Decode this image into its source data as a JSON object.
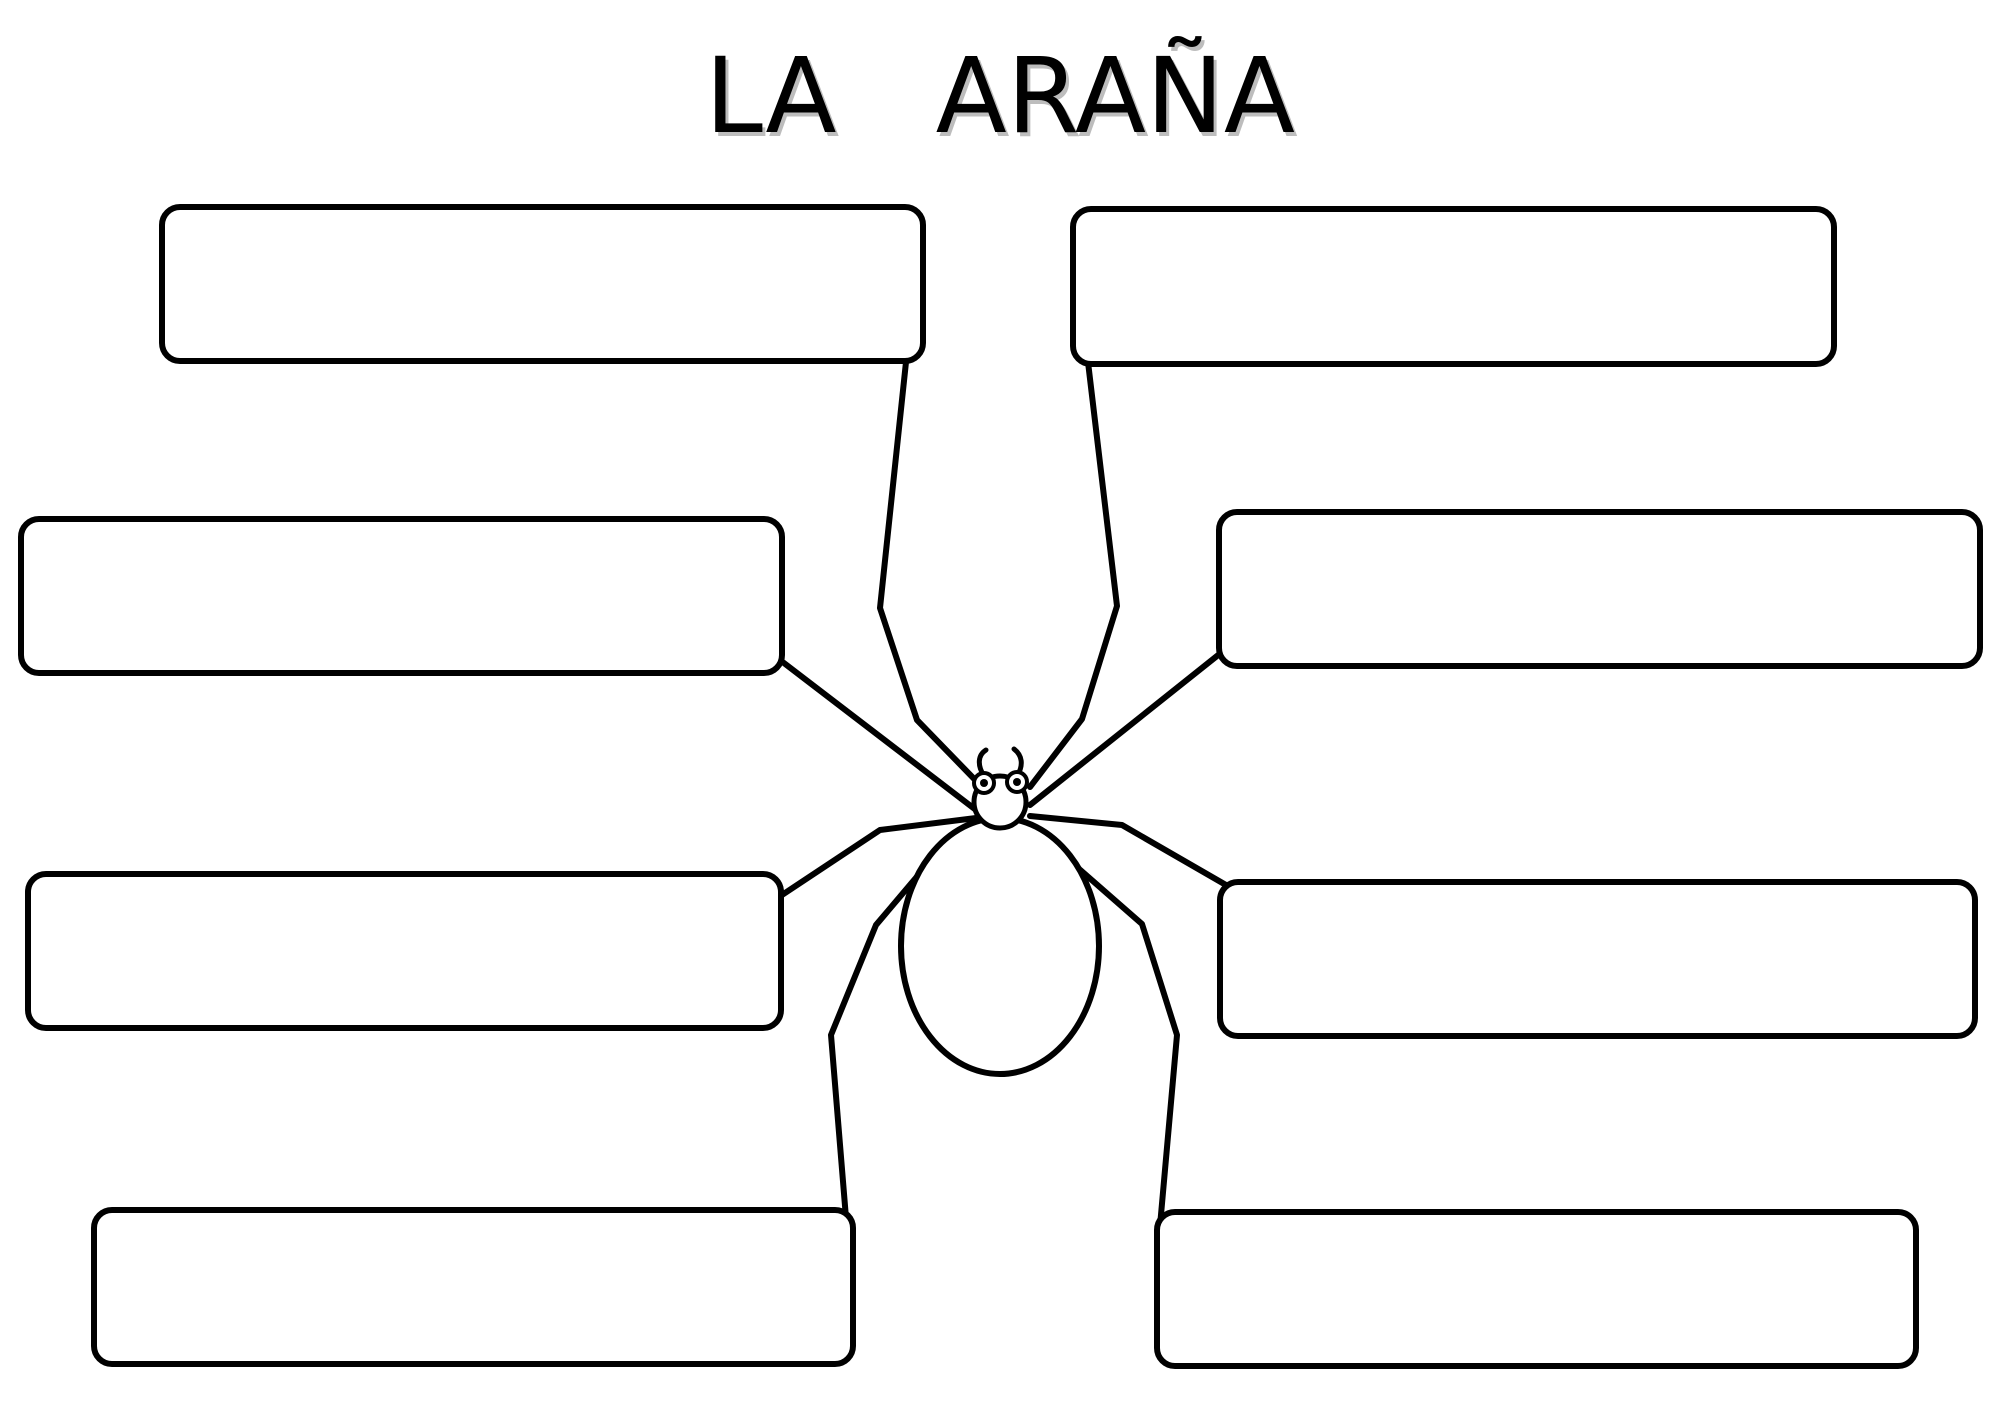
{
  "title": "LA   ARAÑA",
  "label_boxes": [
    {
      "position": "top-left",
      "text": ""
    },
    {
      "position": "top-right",
      "text": ""
    },
    {
      "position": "upper-left",
      "text": ""
    },
    {
      "position": "upper-right",
      "text": ""
    },
    {
      "position": "lower-left",
      "text": ""
    },
    {
      "position": "lower-right",
      "text": ""
    },
    {
      "position": "bottom-left",
      "text": ""
    },
    {
      "position": "bottom-right",
      "text": ""
    }
  ],
  "colors": {
    "line": "#000000",
    "background": "#ffffff"
  }
}
